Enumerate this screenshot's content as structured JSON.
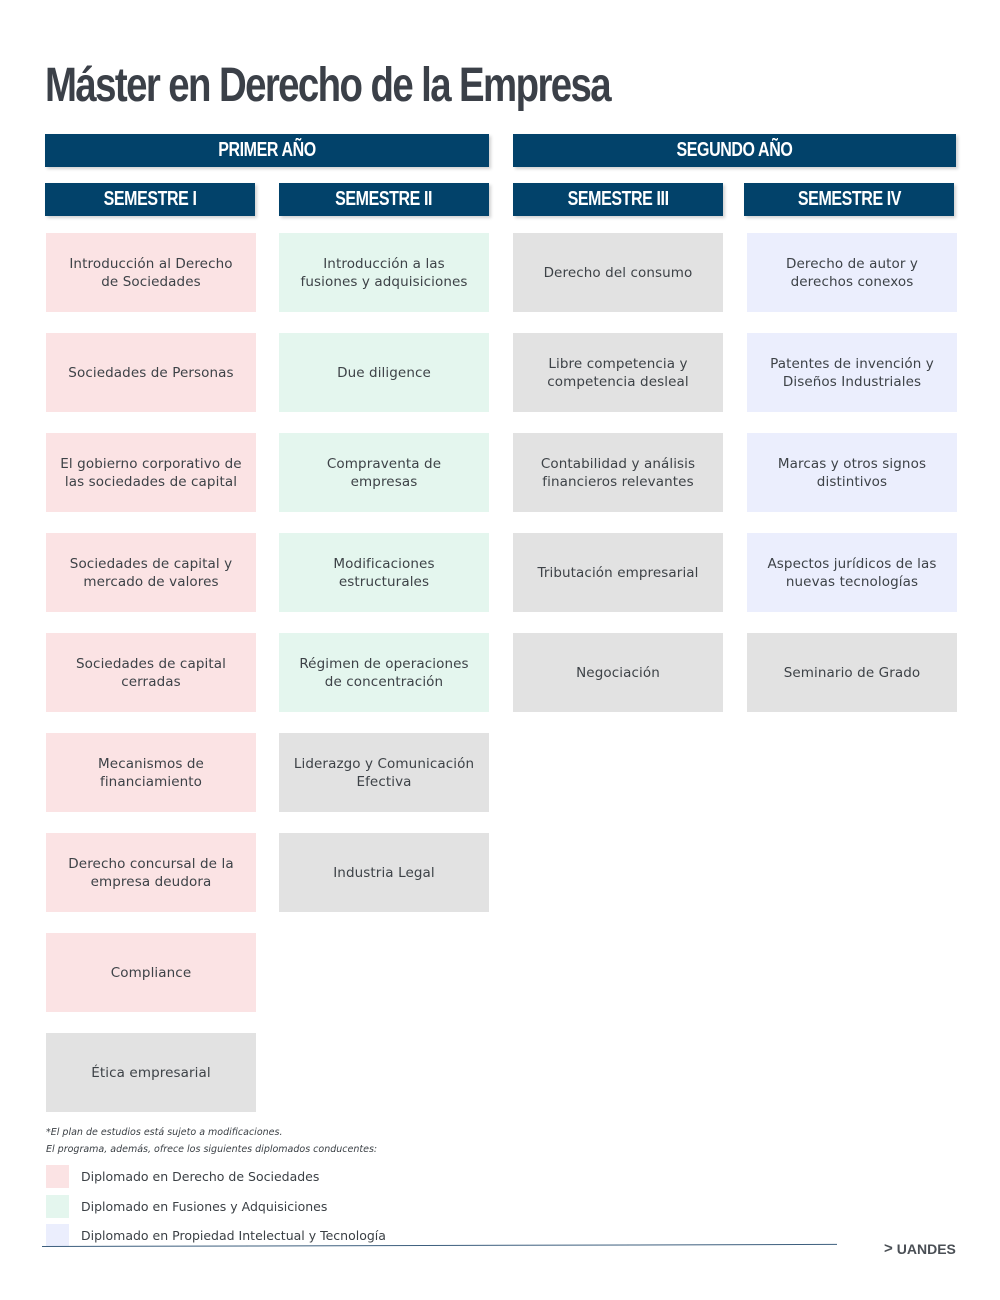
{
  "title": "Máster en Derecho de la Empresa",
  "years": [
    "PRIMER AÑO",
    "SEGUNDO AÑO"
  ],
  "semesters": [
    "SEMESTRE I",
    "SEMESTRE II",
    "SEMESTRE III",
    "SEMESTRE IV"
  ],
  "colors": {
    "header": "#02426a",
    "sociedades": "#fbe3e4",
    "fusiones": "#e4f6ee",
    "propiedad": "#ebeefd",
    "general": "#e2e2e2"
  },
  "courses": {
    "sem1": [
      "Introducción al Derecho de Sociedades",
      "Sociedades de Personas",
      "El gobierno corporativo de las sociedades de capital",
      "Sociedades de capital y mercado de valores",
      "Sociedades de capital cerradas",
      "Mecanismos de financiamiento",
      "Derecho concursal de la empresa deudora",
      "Compliance",
      "Ética empresarial"
    ],
    "sem2": [
      "Introducción a las fusiones y adquisiciones",
      "Due diligence",
      "Compraventa de empresas",
      "Modificaciones estructurales",
      "Régimen de operaciones de concentración",
      "Liderazgo y Comunicación Efectiva",
      "Industria Legal"
    ],
    "sem3": [
      "Derecho del consumo",
      "Libre competencia y competencia desleal",
      "Contabilidad y análisis financieros relevantes",
      "Tributación empresarial",
      "Negociación"
    ],
    "sem4": [
      "Derecho de autor y derechos conexos",
      "Patentes de invención y Diseños Industriales",
      "Marcas y otros signos distintivos",
      "Aspectos jurídicos de las nuevas tecnologías",
      "Seminario de Grado"
    ]
  },
  "notes": [
    "*El plan de estudios está sujeto a modificaciones.",
    "El programa, además, ofrece los siguientes diplomados conducentes:"
  ],
  "legend": [
    "Diplomado en Derecho de Sociedades",
    "Diplomado en Fusiones y Adquisiciones",
    "Diplomado en Propiedad Intelectual y Tecnología"
  ],
  "brand": {
    "chevron": ">",
    "name": "UANDES"
  }
}
